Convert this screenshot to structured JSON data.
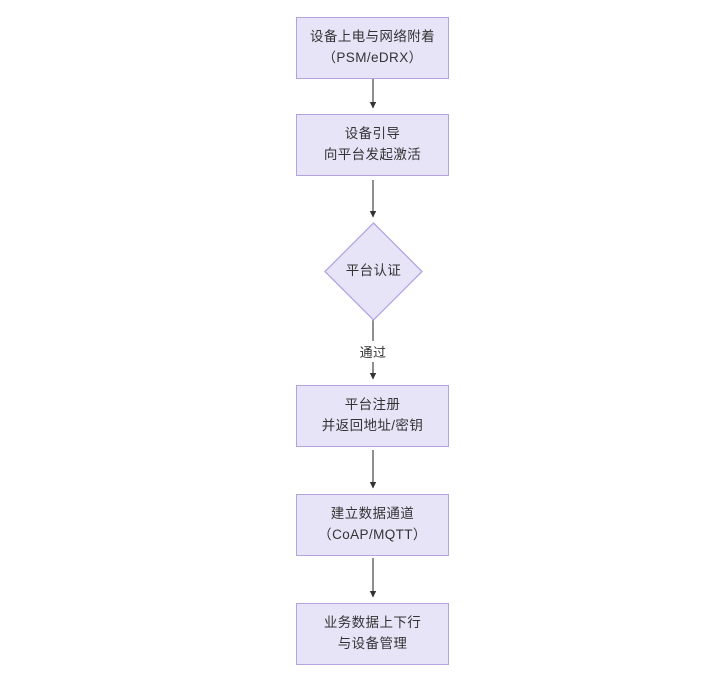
{
  "diagram": {
    "type": "flowchart",
    "orientation": "top-to-bottom",
    "background_color": "#ffffff",
    "node_fill_color": "#e8e4f8",
    "node_border_color": "#b5a3e0",
    "edge_color": "#333333",
    "text_color": "#333333",
    "nodes": [
      {
        "id": "n1",
        "shape": "rectangle",
        "lines": [
          "设备上电与网络附着",
          "（PSM/eDRX）"
        ]
      },
      {
        "id": "n2",
        "shape": "rectangle",
        "lines": [
          "设备引导",
          "向平台发起激活"
        ]
      },
      {
        "id": "n3",
        "shape": "diamond",
        "lines": [
          "平台认证"
        ]
      },
      {
        "id": "n4",
        "shape": "rectangle",
        "lines": [
          "平台注册",
          "并返回地址/密钥"
        ]
      },
      {
        "id": "n5",
        "shape": "rectangle",
        "lines": [
          "建立数据通道",
          "（CoAP/MQTT）"
        ]
      },
      {
        "id": "n6",
        "shape": "rectangle",
        "lines": [
          "业务数据上下行",
          "与设备管理"
        ]
      }
    ],
    "edges": [
      {
        "from": "n1",
        "to": "n2",
        "label": ""
      },
      {
        "from": "n2",
        "to": "n3",
        "label": ""
      },
      {
        "from": "n3",
        "to": "n4",
        "label": "通过"
      },
      {
        "from": "n4",
        "to": "n5",
        "label": ""
      },
      {
        "from": "n5",
        "to": "n6",
        "label": ""
      }
    ]
  }
}
